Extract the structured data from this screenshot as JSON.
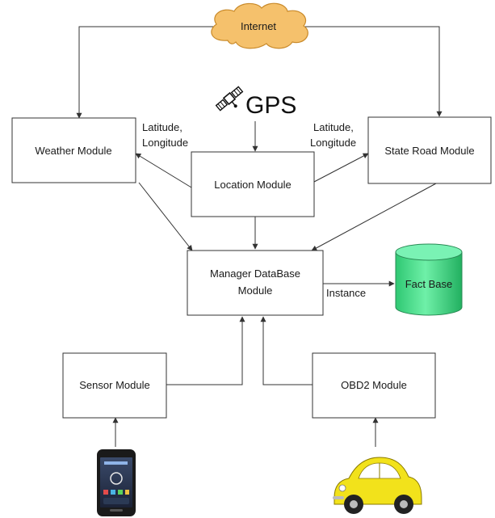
{
  "nodes": {
    "internet": "Internet",
    "gps": "GPS",
    "weather": "Weather Module",
    "location": "Location Module",
    "state_road": "State Road Module",
    "manager_line1": "Manager DataBase",
    "manager_line2": "Module",
    "fact_base": "Fact Base",
    "sensor": "Sensor Module",
    "obd2": "OBD2 Module"
  },
  "edge_labels": {
    "left_lat_line1": "Latitude,",
    "left_lat_line2": "Longitude",
    "right_lat_line1": "Latitude,",
    "right_lat_line2": "Longitude",
    "instance": "Instance"
  },
  "colors": {
    "cloud": "#f5c16c",
    "cloud_stroke": "#c98a2a",
    "cylinder": "#3ee08a",
    "cylinder_stroke": "#2a8a55",
    "car": "#f2e21b",
    "phone": "#1a1a1a"
  },
  "icons": {
    "internet": "cloud-icon",
    "gps": "satellite-icon",
    "fact_base": "database-cylinder-icon",
    "sensor_source": "smartphone-icon",
    "obd2_source": "car-icon"
  }
}
